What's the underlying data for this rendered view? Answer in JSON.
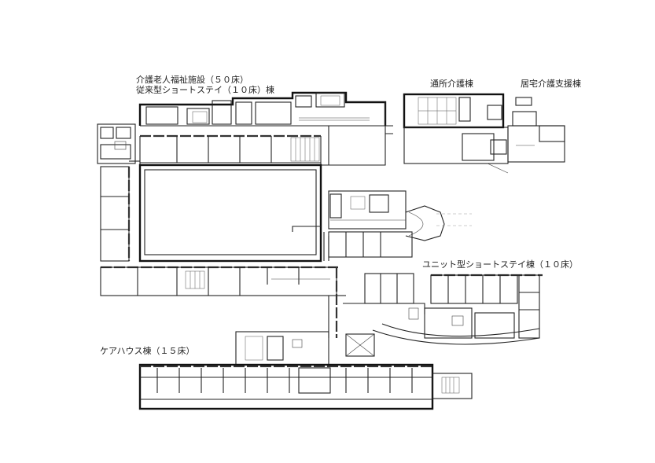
{
  "labels": {
    "kaigo_facility": "介護老人福祉施設（５０床）",
    "traditional_short_stay": "従来型ショートステイ（１０床）棟",
    "day_service": "通所介護棟",
    "home_care_support": "居宅介護支援棟",
    "unit_short_stay": "ユニット型ショートステイ棟（１０床）",
    "care_house": "ケアハウス棟（１５床）"
  }
}
